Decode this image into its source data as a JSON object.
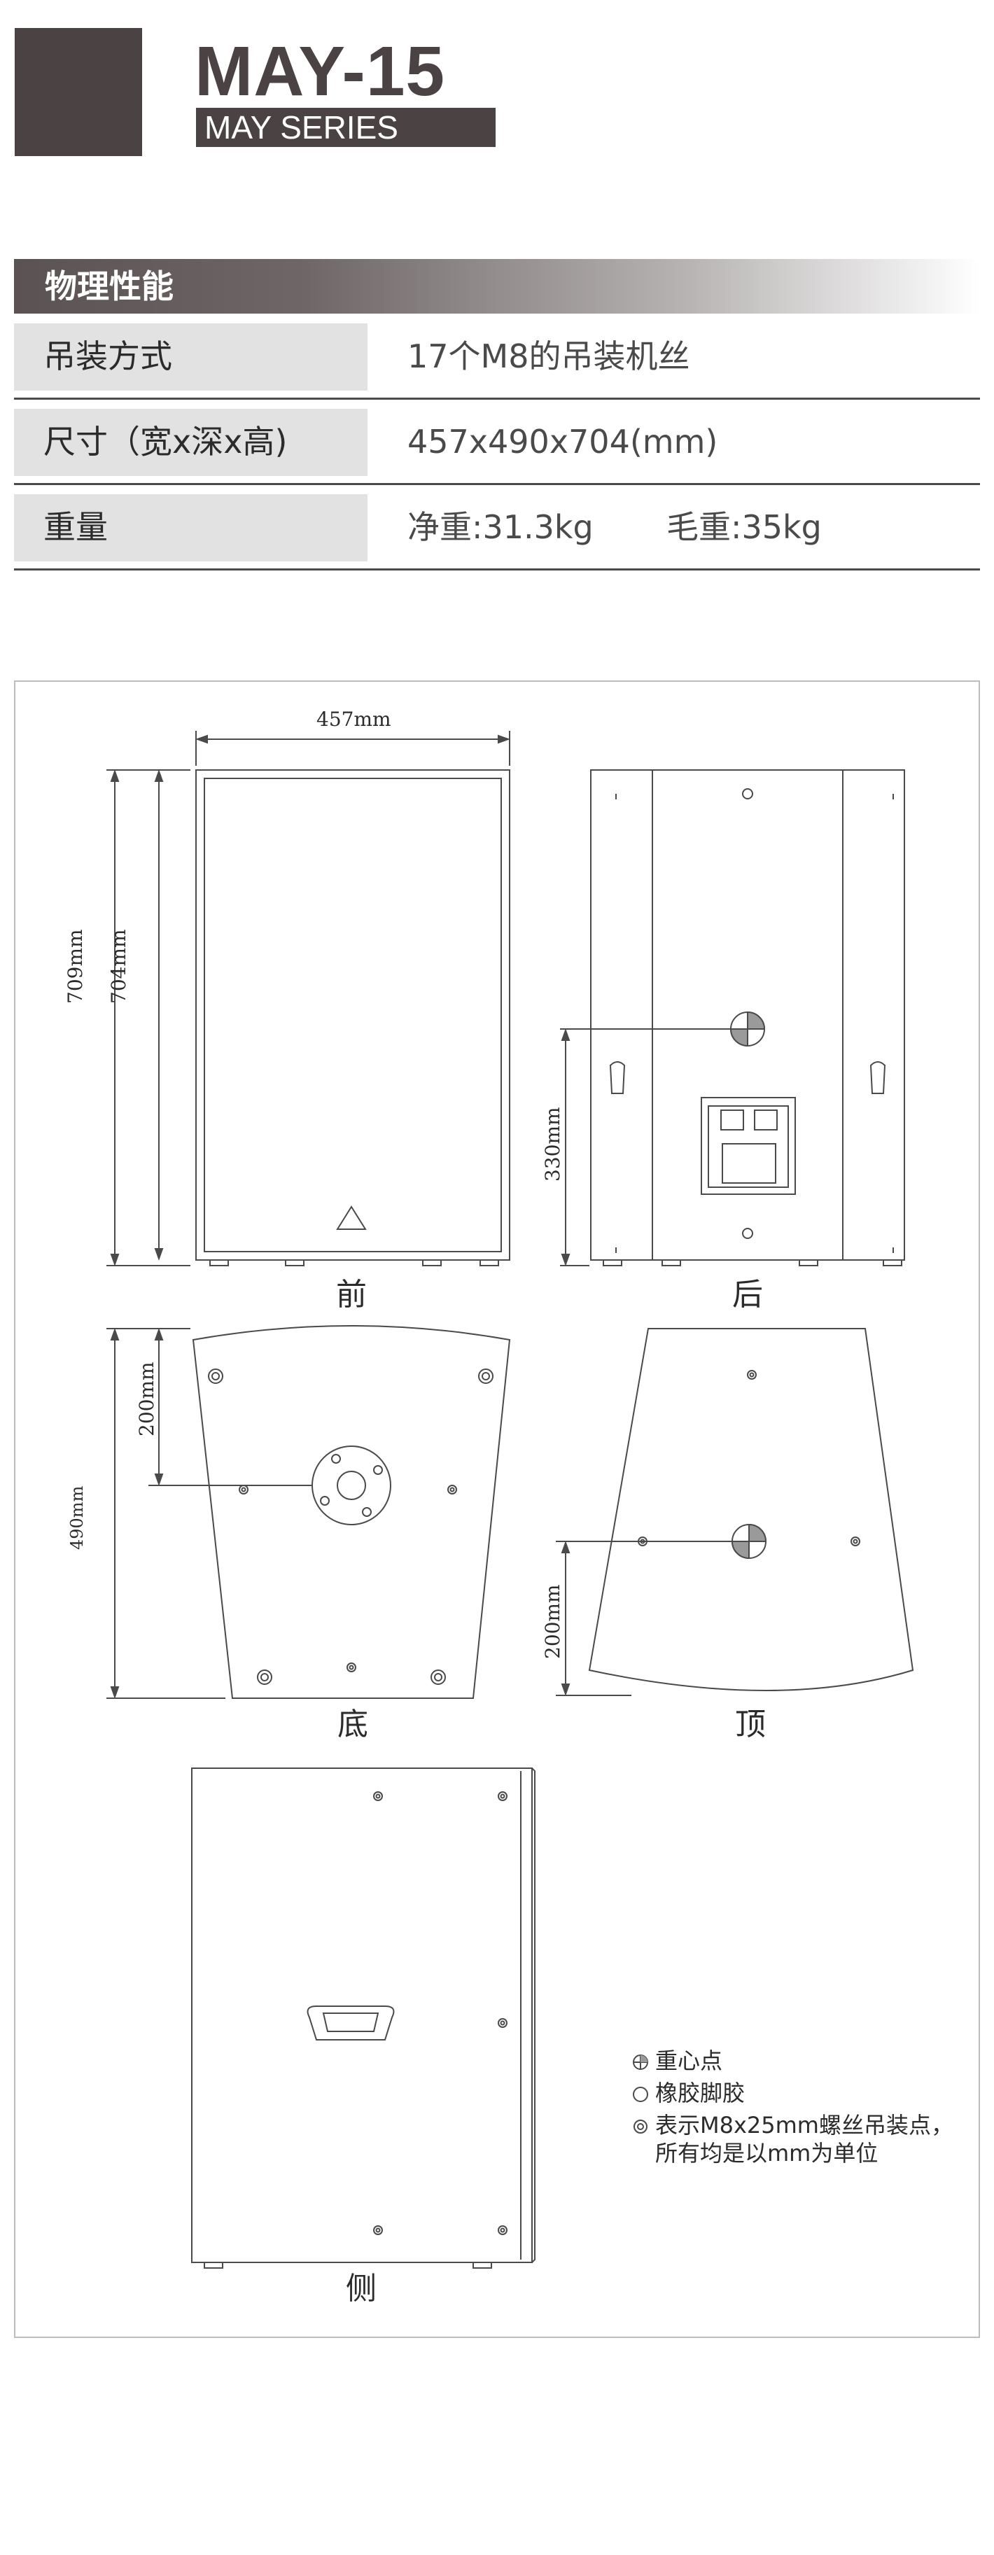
{
  "header": {
    "model": "MAY-15",
    "series": "MAY SERIES"
  },
  "section": {
    "title": "物理性能"
  },
  "specs": [
    {
      "label": "吊装方式",
      "value": "17个M8的吊装机丝"
    },
    {
      "label": "尺寸（宽x深x高)",
      "value": "457x490x704(mm)"
    },
    {
      "label": "重量",
      "value": "净重:31.3kg",
      "value2": "毛重:35kg"
    }
  ],
  "drawing": {
    "dim_width": "457mm",
    "dim_total_height": "709mm",
    "dim_height": "704mm",
    "dim_rear_cg": "330mm",
    "dim_bottom_cg": "200mm",
    "dim_depth": "490mm",
    "dim_top_cg": "200mm",
    "views": {
      "front": "前",
      "rear": "后",
      "bottom": "底",
      "top": "顶",
      "side": "侧"
    }
  },
  "legend": {
    "center_of_gravity": "重心点",
    "rubber_feet": "橡胶脚胶",
    "rigging_point_line1": "表示M8x25mm螺丝吊装点，",
    "rigging_point_line2": "所有均是以mm为单位",
    "icons": [
      "crosshair-circle-icon",
      "circle-icon",
      "double-circle-icon"
    ]
  },
  "colors": {
    "brand_dark": "#4a4243",
    "table_label_bg": "#e2e2e2",
    "rule": "#4a4a4a"
  }
}
